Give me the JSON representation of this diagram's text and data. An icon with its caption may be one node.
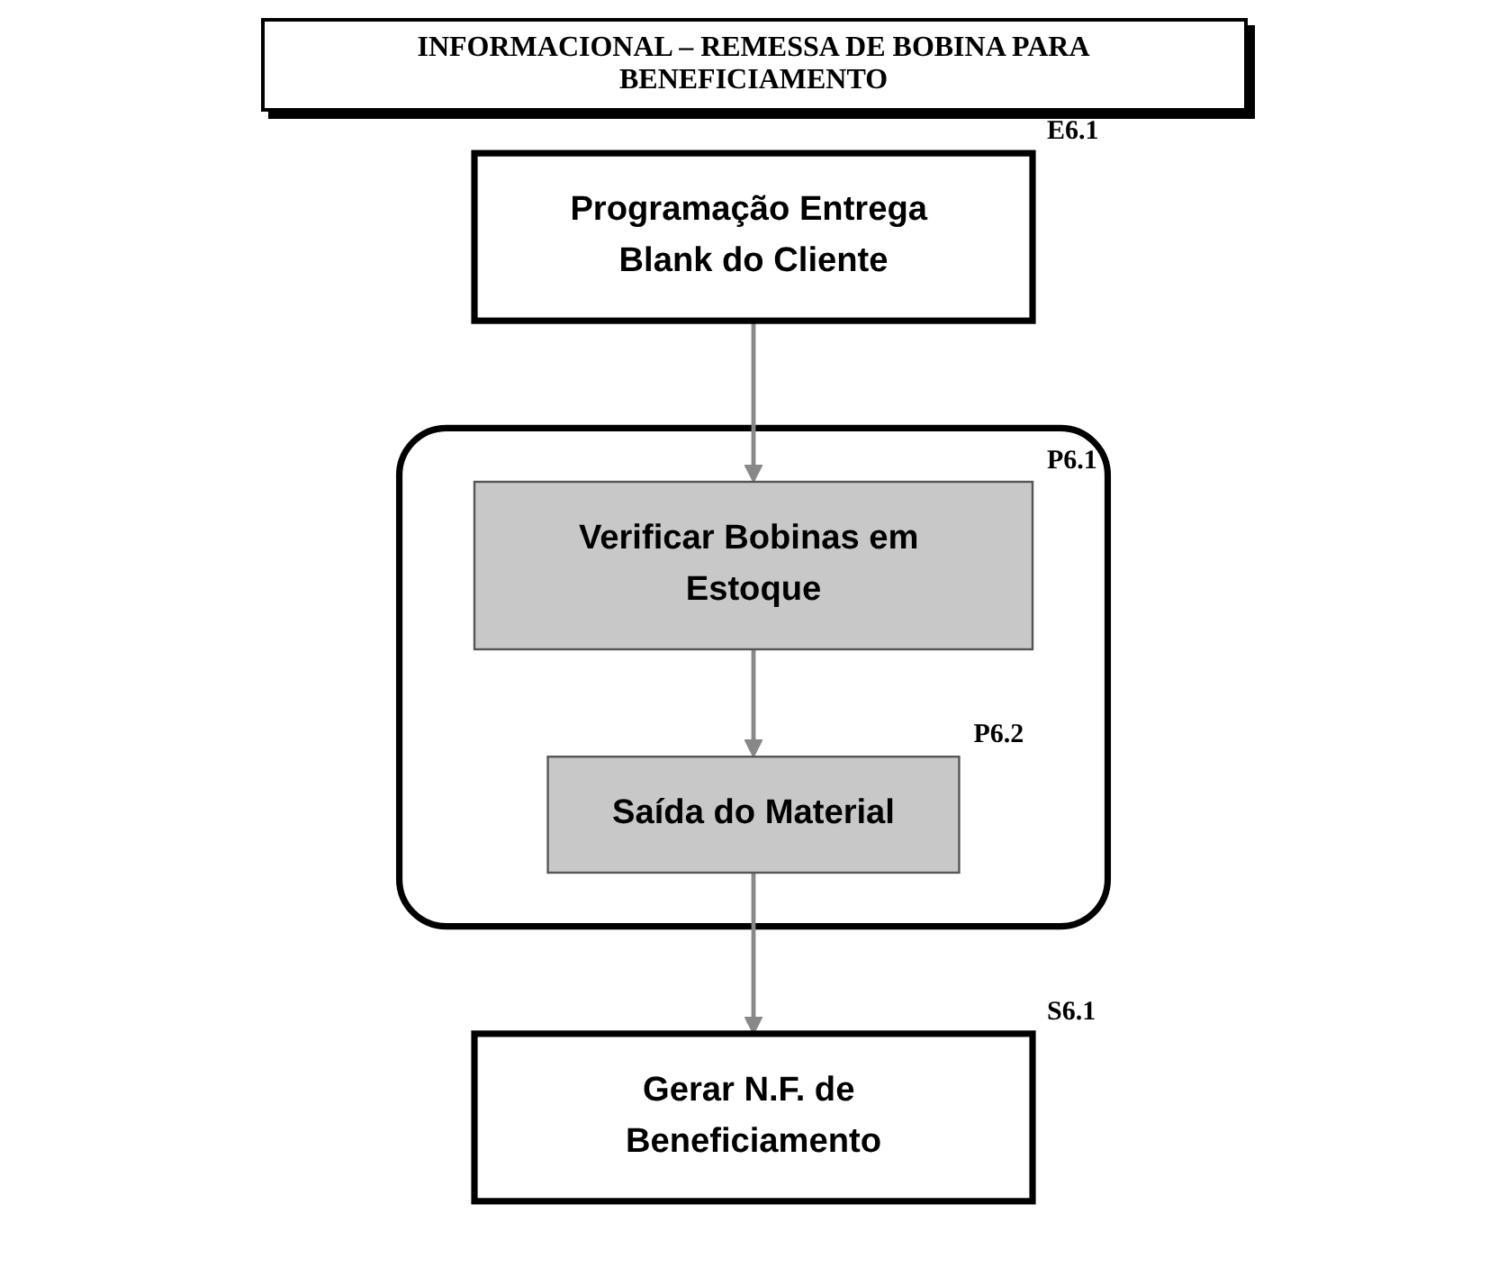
{
  "diagram": {
    "title": "INFORMACIONAL – REMESSA DE BOBINA PARA BENEFICIAMENTO",
    "nodes": [
      {
        "text": [
          "Programação Entrega Blank do Cliente"
        ],
        "beside": [
          "E6.1"
        ]
      },
      {
        "text": [],
        "shape": "box"
      },
      {
        "text": [
          "Verificar Bobinas em Estoque"
        ],
        "in": 1,
        "beside": [
          "P6.1"
        ]
      },
      {
        "text": [
          "Saída do Material"
        ],
        "in": 1,
        "beside": [
          "P6.2"
        ]
      },
      {
        "text": [
          "Gerar N.F. de Beneficiamento"
        ],
        "beside": [
          "S6.1"
        ]
      }
    ],
    "edges": [
      {
        "from": 0,
        "to": 2,
        "arrow": "to"
      },
      {
        "from": 2,
        "to": 3,
        "arrow": "to"
      },
      {
        "from": 3,
        "to": 4,
        "arrow": "to"
      }
    ]
  }
}
